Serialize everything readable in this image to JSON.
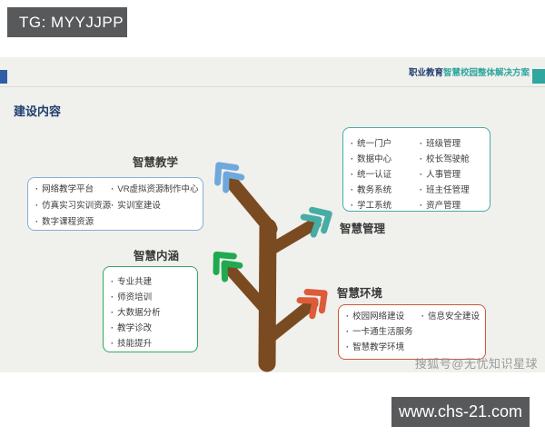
{
  "badges": {
    "tg": "TG: MYYJJPP",
    "website": "www.chs-21.com"
  },
  "header": {
    "title_prefix": "职业教育",
    "title_main": "智慧校园整体解决方案"
  },
  "page_title": "建设内容",
  "watermark": "搜狐号@无忧知识星球",
  "sections": {
    "teaching": {
      "title": "智慧教学",
      "col1": [
        "网络教学平台",
        "仿真实习实训资源",
        "数字课程资源"
      ],
      "col2": [
        "VR虚拟资源制作中心",
        "实训室建设"
      ]
    },
    "management": {
      "title": "智慧管理",
      "col1": [
        "统一门户",
        "数据中心",
        "统一认证",
        "教务系统",
        "学工系统"
      ],
      "col2": [
        "班级管理",
        "校长驾驶舱",
        "人事管理",
        "班主任管理",
        "资产管理"
      ]
    },
    "connotation": {
      "title": "智慧内涵",
      "col1": [
        "专业共建",
        "师资培训",
        "大数据分析",
        "教学诊改",
        "技能提升"
      ]
    },
    "environment": {
      "title": "智慧环境",
      "col1": [
        "校园网络建设",
        "一卡通生活服务",
        "智慧教学环境"
      ],
      "col2": [
        "信息安全建设"
      ]
    }
  },
  "colors": {
    "trunk_brown": "#7a4a21",
    "leaf_blue": "#6fa8dc",
    "leaf_teal": "#45ada5",
    "leaf_green": "#21a94f",
    "leaf_orange": "#dd5b38",
    "border_teaching": "#85afd5",
    "border_management": "#45ada5",
    "border_connotation": "#33a95c",
    "border_environment": "#c8593c",
    "accent_blue": "#2e5ea6",
    "accent_teal": "#2fa69e",
    "navy_text": "#1e3e6d",
    "badge_bg": "#58595b"
  }
}
